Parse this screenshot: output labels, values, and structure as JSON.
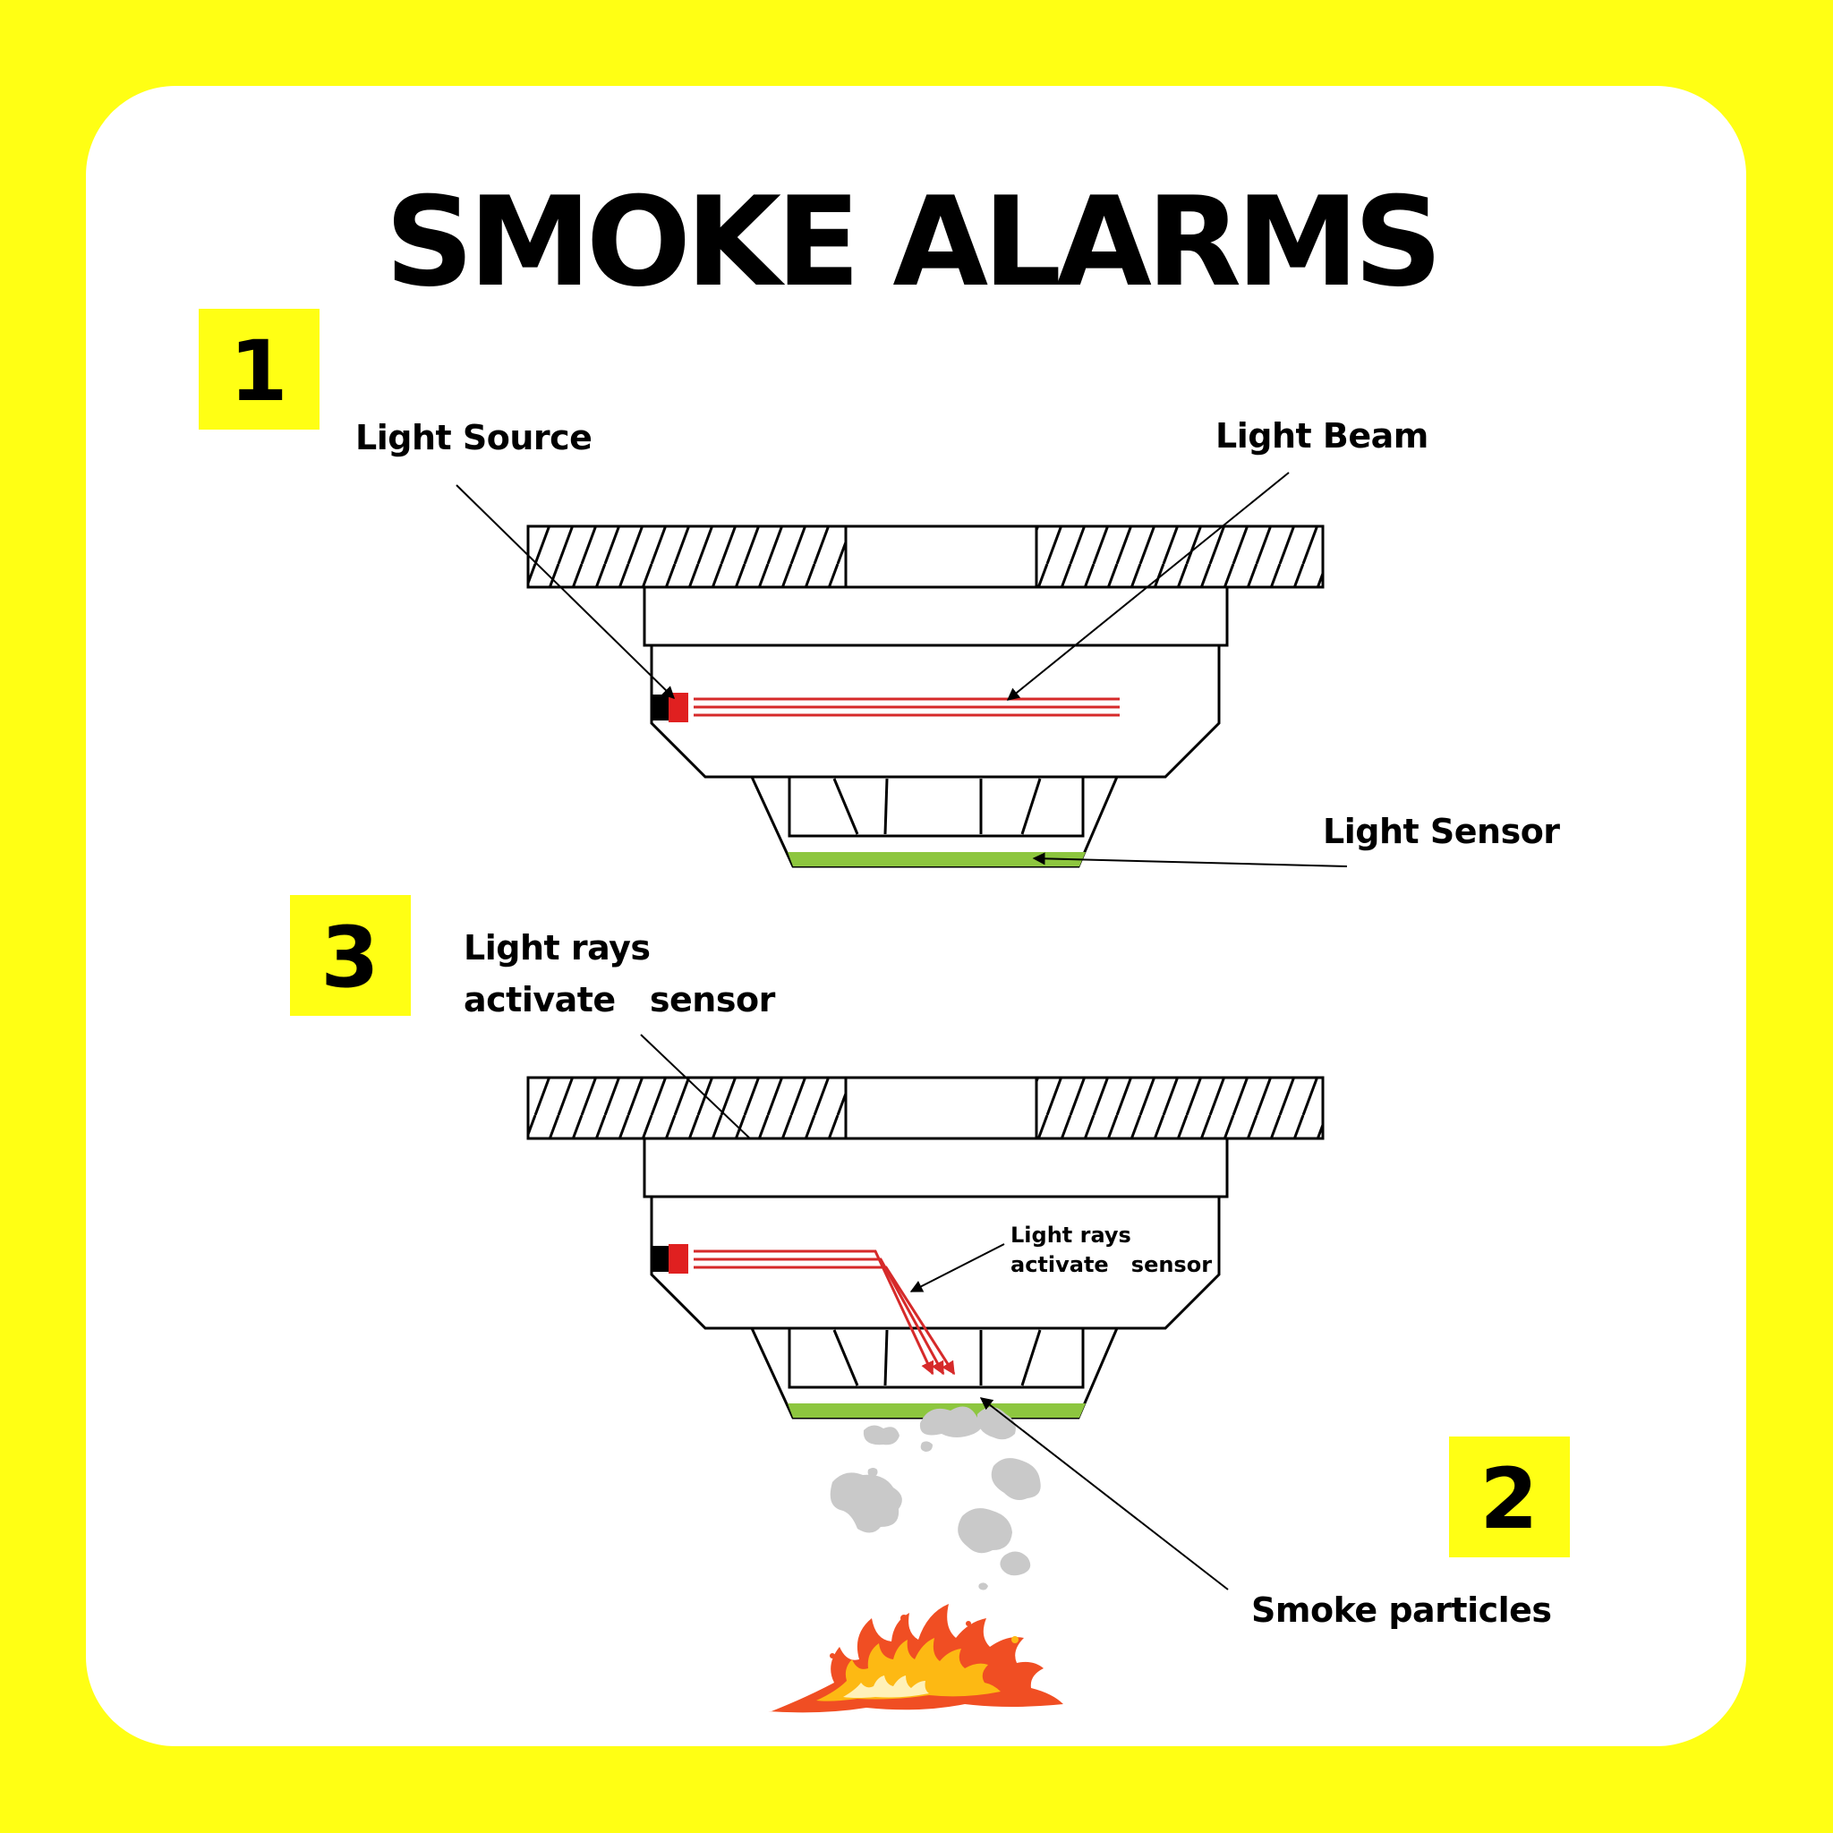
{
  "title": "SMOKE ALARMS",
  "steps": {
    "one": "1",
    "two": "2",
    "three": "3"
  },
  "labels": {
    "light_source": "Light Source",
    "light_beam": "Light Beam",
    "light_sensor": "Light Sensor",
    "rays_line1": "Light rays",
    "rays_line2": "activate   sensor",
    "inner_rays_line1": "Light rays",
    "inner_rays_line2": "activate   sensor",
    "smoke_particles": "Smoke particles"
  },
  "colors": {
    "background": "#FFFF14",
    "card": "#FFFFFF",
    "badge": "#FFFF14",
    "beam": "#D62A2A",
    "sensor": "#8DC63F",
    "smoke": "#C8C8C8",
    "flame_outer": "#F04E23",
    "flame_inner": "#FDB913"
  },
  "icons": {
    "light_source": "led-emitter-icon",
    "flame": "fire-icon",
    "smoke": "smoke-cloud-icon"
  }
}
